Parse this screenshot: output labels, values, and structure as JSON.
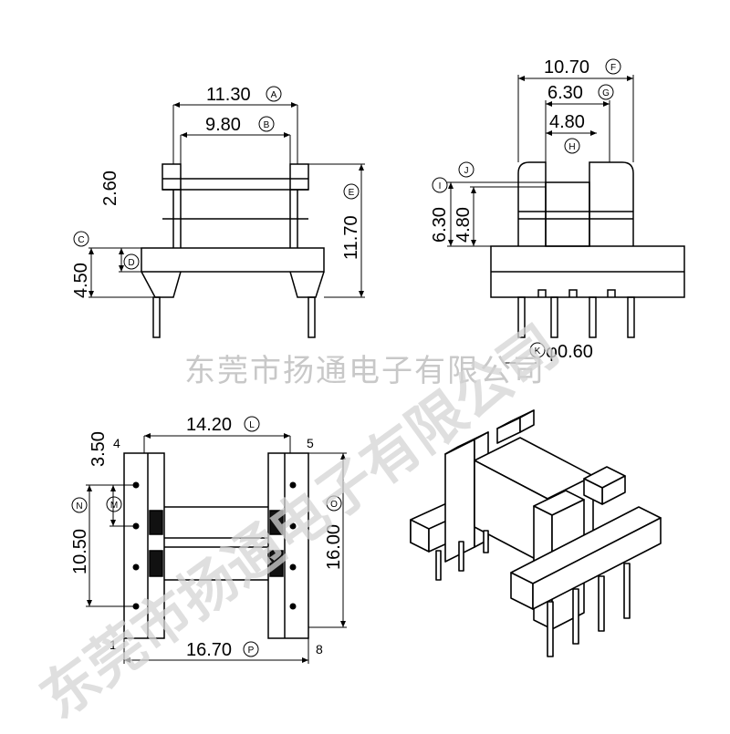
{
  "front_view": {
    "width_a": "11.30",
    "width_b": "9.80",
    "height_e": "11.70",
    "dim_c": "4.50",
    "dim_d": "2.60",
    "label_a": "A",
    "label_b": "B",
    "label_c": "C",
    "label_d": "D",
    "label_e": "E"
  },
  "side_view": {
    "width_f": "10.70",
    "width_g": "6.30",
    "width_h": "4.80",
    "height_i": "6.30",
    "height_j": "4.80",
    "pin_diameter": "φ0.60",
    "label_f": "F",
    "label_g": "G",
    "label_h": "H",
    "label_i": "I",
    "label_j": "J",
    "label_k": "K"
  },
  "bottom_view": {
    "width_l": "14.20",
    "width_p": "16.70",
    "height_o": "16.00",
    "dim_m": "3.50",
    "dim_n": "10.50",
    "label_l": "L",
    "label_m": "M",
    "label_n": "N",
    "label_o": "O",
    "label_p": "P",
    "pin_4": "4",
    "pin_5": "5",
    "pin_1": "1",
    "pin_8": "8"
  },
  "banner_text": "东莞市扬通电子有限公司",
  "watermark_text": "东莞市扬通电子有限公司",
  "colors": {
    "line": "#000000",
    "banner": "#c8c8c8",
    "watermark": "#d4d4d4"
  }
}
